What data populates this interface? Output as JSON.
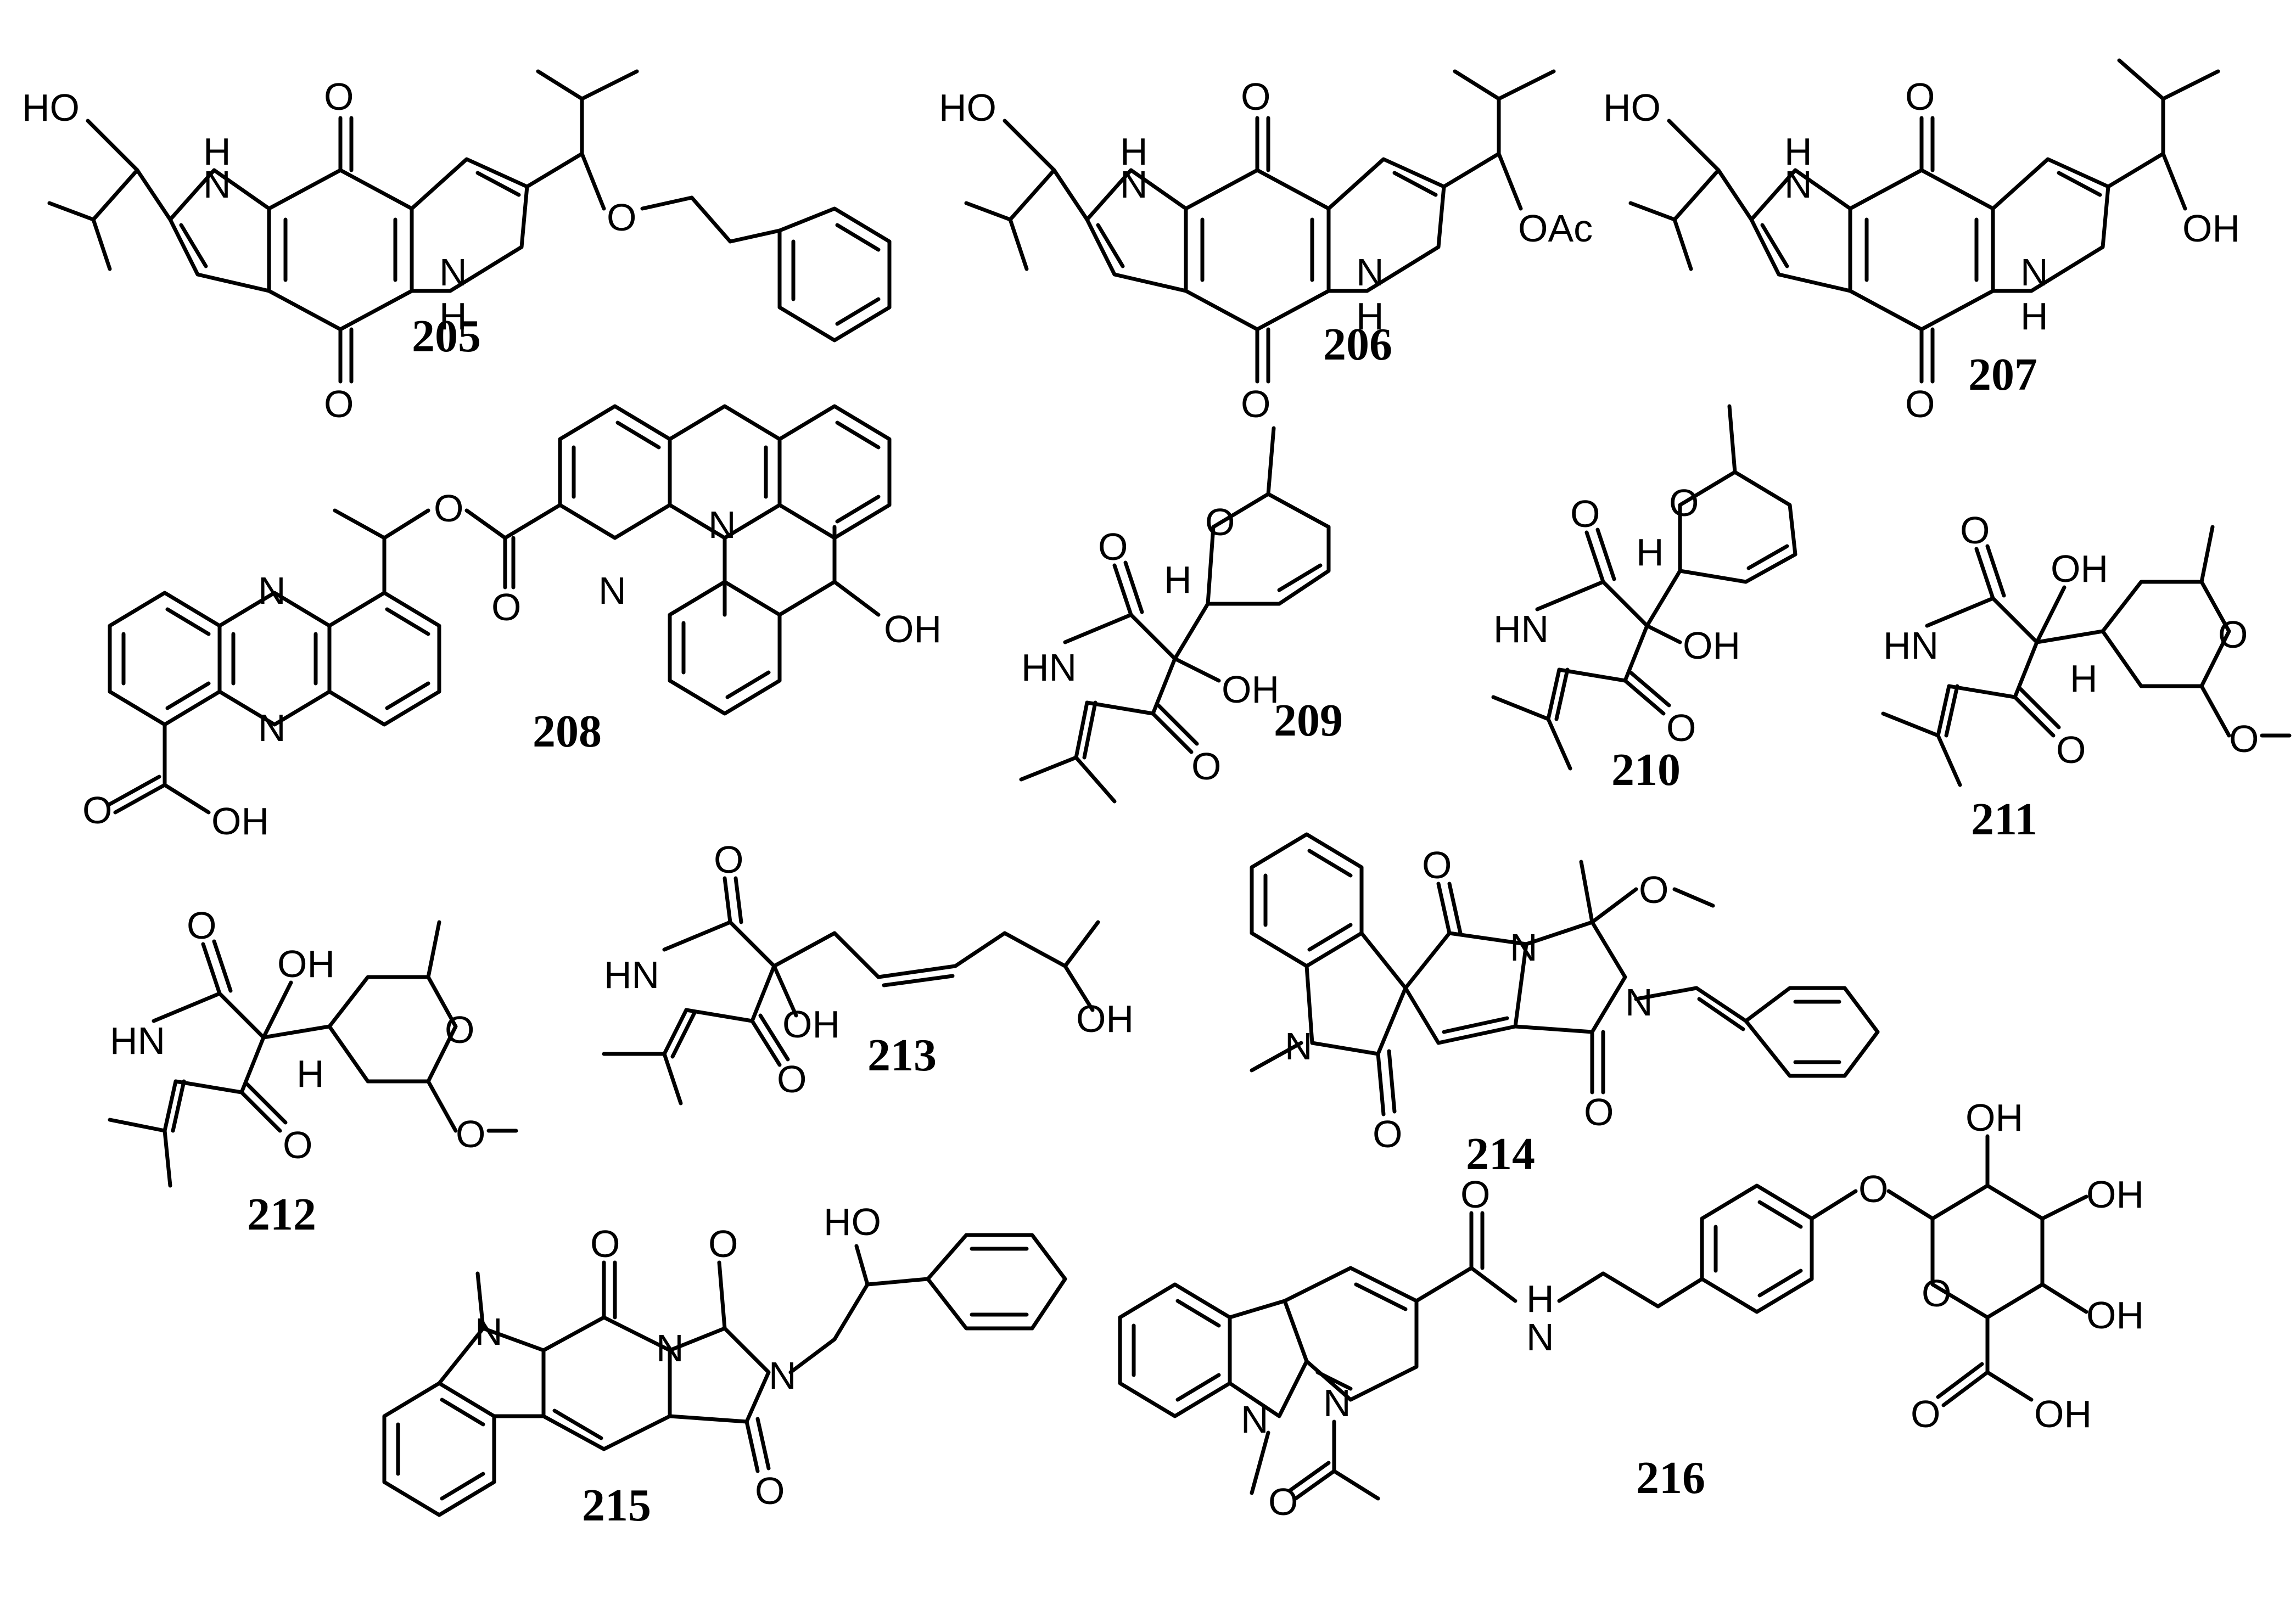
{
  "figure": {
    "compounds": [
      {
        "id": "205",
        "label": "205"
      },
      {
        "id": "206",
        "label": "206"
      },
      {
        "id": "207",
        "label": "207"
      },
      {
        "id": "208",
        "label": "208"
      },
      {
        "id": "209",
        "label": "209"
      },
      {
        "id": "210",
        "label": "210"
      },
      {
        "id": "211",
        "label": "211"
      },
      {
        "id": "212",
        "label": "212"
      },
      {
        "id": "213",
        "label": "213"
      },
      {
        "id": "214",
        "label": "214"
      },
      {
        "id": "215",
        "label": "215"
      },
      {
        "id": "216",
        "label": "216"
      }
    ],
    "atom_labels": {
      "O": "O",
      "N": "N",
      "H": "H",
      "NH": "NH",
      "HN": "HN",
      "OH": "OH",
      "HO": "HO",
      "OAc": "OAc"
    }
  }
}
